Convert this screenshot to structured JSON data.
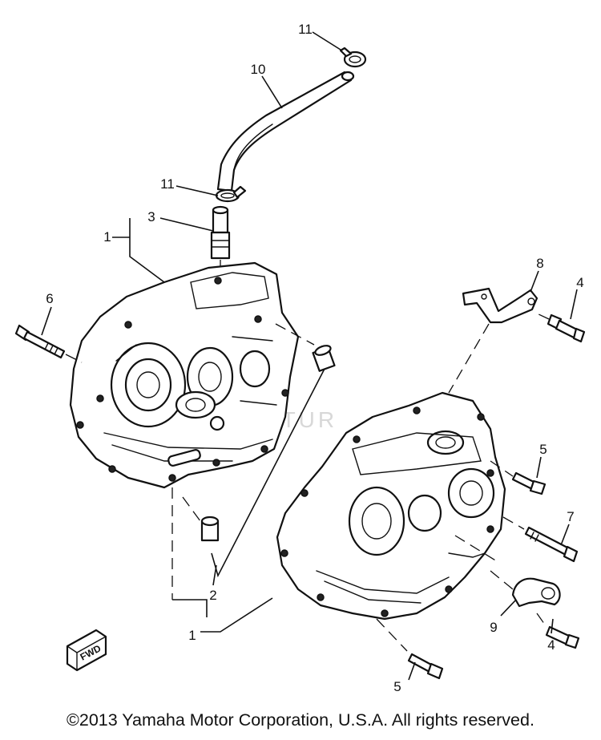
{
  "figure": {
    "callouts": [
      {
        "id": "c11a",
        "label": "11"
      },
      {
        "id": "c10",
        "label": "10"
      },
      {
        "id": "c11b",
        "label": "11"
      },
      {
        "id": "c3",
        "label": "3"
      },
      {
        "id": "c1a",
        "label": "1"
      },
      {
        "id": "c6",
        "label": "6"
      },
      {
        "id": "c8",
        "label": "8"
      },
      {
        "id": "c4a",
        "label": "4"
      },
      {
        "id": "c5a",
        "label": "5"
      },
      {
        "id": "c7",
        "label": "7"
      },
      {
        "id": "c2",
        "label": "2"
      },
      {
        "id": "c9",
        "label": "9"
      },
      {
        "id": "c4b",
        "label": "4"
      },
      {
        "id": "c1b",
        "label": "1"
      },
      {
        "id": "c5b",
        "label": "5"
      }
    ],
    "fwd_label": "FWD",
    "watermark": "VENTUR"
  },
  "footer": {
    "copyright": "©2013 Yamaha Motor Corporation, U.S.A. All rights reserved."
  }
}
